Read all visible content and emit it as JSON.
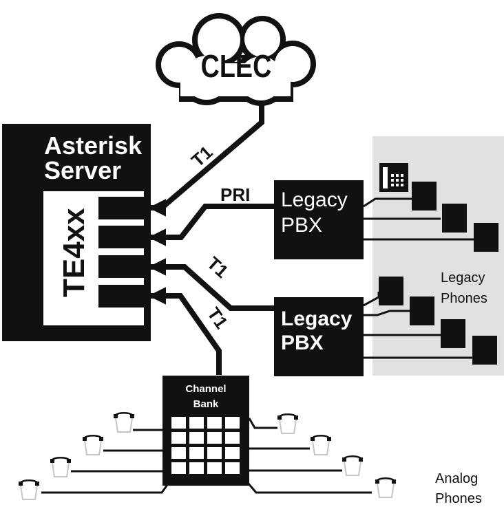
{
  "cloud": {
    "label": "CLEC"
  },
  "server": {
    "line1": "Asterisk",
    "line2": "Server",
    "card": "TE4xx"
  },
  "links": {
    "t1_top": "T1",
    "pri": "PRI",
    "t1_mid": "T1",
    "t1_bottom": "T1"
  },
  "pbx1": {
    "line1": "Legacy",
    "line2": "PBX"
  },
  "pbx2": {
    "line1": "Legacy",
    "line2": "PBX"
  },
  "legacy_phones": {
    "line1": "Legacy",
    "line2": "Phones"
  },
  "channel_bank": {
    "line1": "Channel",
    "line2": "Bank"
  },
  "analog_phones": {
    "line1": "Analog",
    "line2": "Phones"
  },
  "colors": {
    "ink": "#111111",
    "panel": "#e0e1e3",
    "paper": "#ffffff",
    "handset": "#c9c4bf"
  }
}
